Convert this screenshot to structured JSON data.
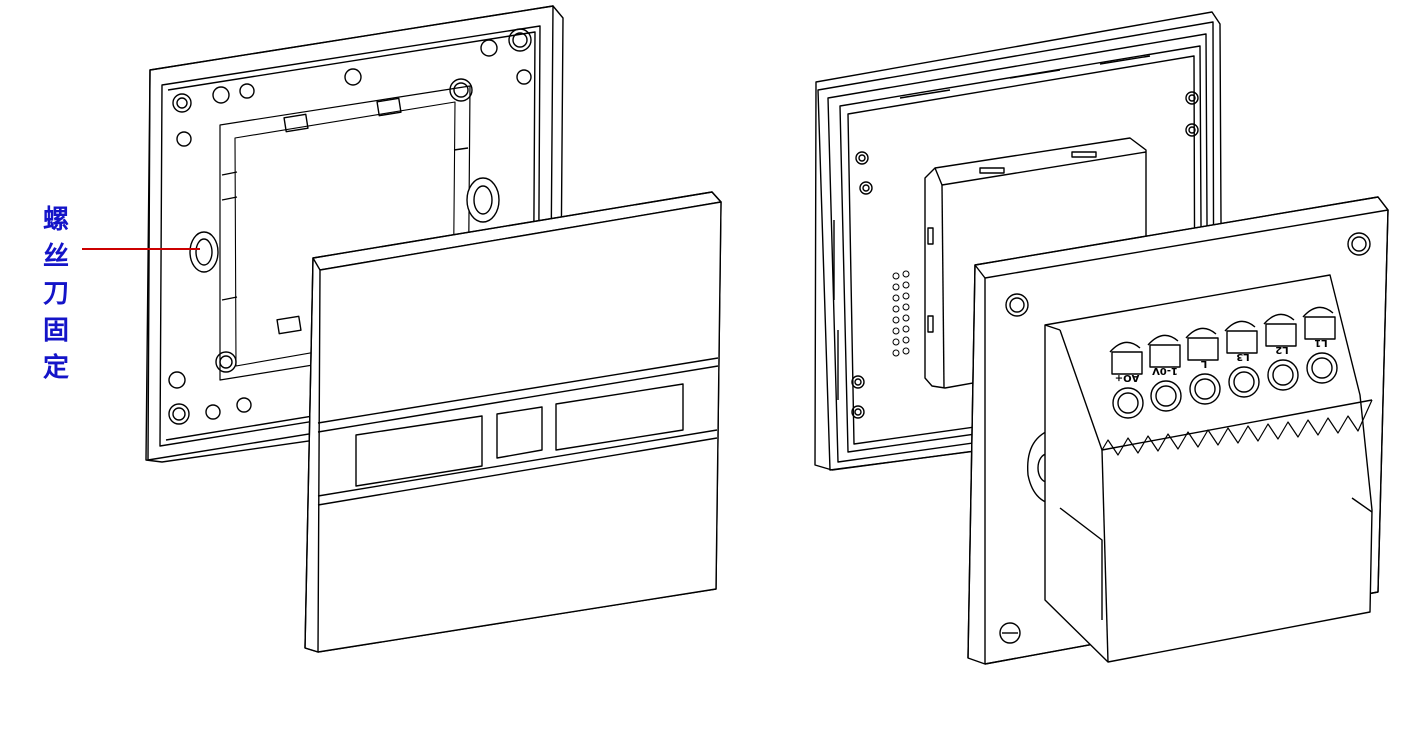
{
  "annotation": {
    "chars": [
      "螺",
      "丝",
      "刀",
      "固",
      "定"
    ],
    "text": "螺丝刀固定",
    "color": "#1414c8",
    "leader_color": "#cc0000"
  },
  "terminals": {
    "labels": [
      "AO+",
      "1-0V",
      "L",
      "L3",
      "L2",
      "L1"
    ]
  },
  "colors": {
    "line": "#000000",
    "background": "#ffffff"
  }
}
